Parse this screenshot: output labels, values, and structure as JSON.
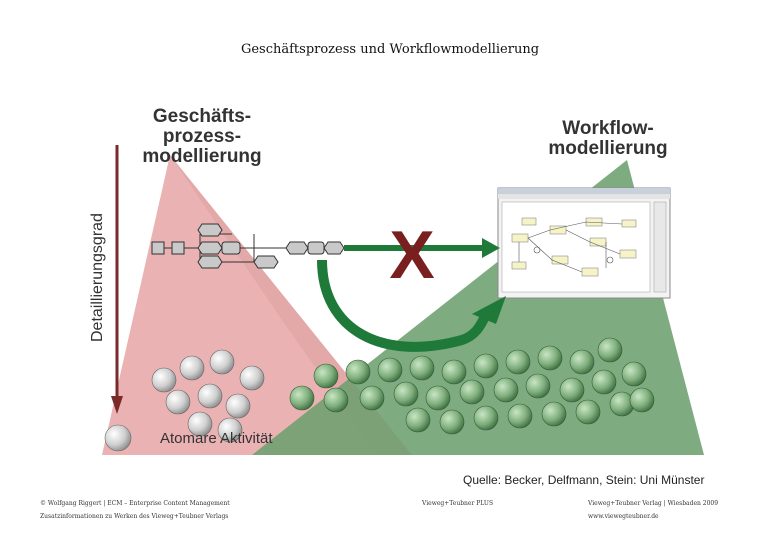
{
  "slide": {
    "title": "Geschäftsprozess und Workflowmodellierung",
    "source": "Quelle: Becker, Delfmann, Stein: Uni Münster"
  },
  "diagram": {
    "left_heading": [
      "Geschäfts-",
      "prozess-",
      "modellierung"
    ],
    "right_heading": [
      "Workflow-",
      "modellierung"
    ],
    "axis_label": "Detaillierungsgrad",
    "bottom_label": "Atomare Aktivität",
    "cross_mark": "X",
    "colors": {
      "pink": "#e6a4a6",
      "green": "#6d9f6f",
      "arrow_green": "#1f7a3a",
      "axis": "#7a2a2a",
      "cross": "#7a1f1f"
    }
  },
  "footer": {
    "left_line1": "© Wolfgang Riggert | ECM – Enterprise Content Management",
    "left_line2": "Zusatzinformationen zu Werken des Vieweg+Teubner Verlags",
    "center": "Vieweg+Teubner PLUS",
    "right_line1": "Vieweg+Teubner Verlag | Wiesbaden 2009",
    "right_line2": "www.viewegteubner.de"
  }
}
